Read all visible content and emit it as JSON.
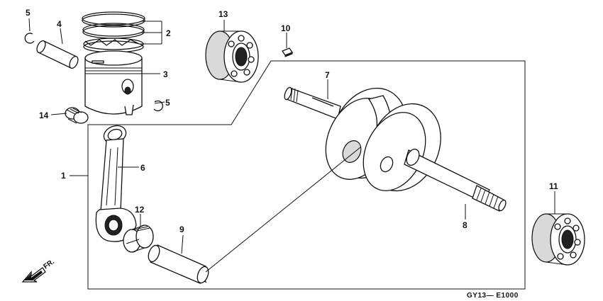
{
  "callouts": {
    "c1": "1",
    "c2": "2",
    "c3": "3",
    "c4": "4",
    "c5a": "5",
    "c5b": "5",
    "c6": "6",
    "c7": "7",
    "c8": "8",
    "c9": "9",
    "c10": "10",
    "c11": "11",
    "c12": "12",
    "c13": "13",
    "c14": "14"
  },
  "direction_label": "FR.",
  "diagram_code": "GY13— E1000",
  "icons": [
    "front-direction-arrow-icon"
  ]
}
